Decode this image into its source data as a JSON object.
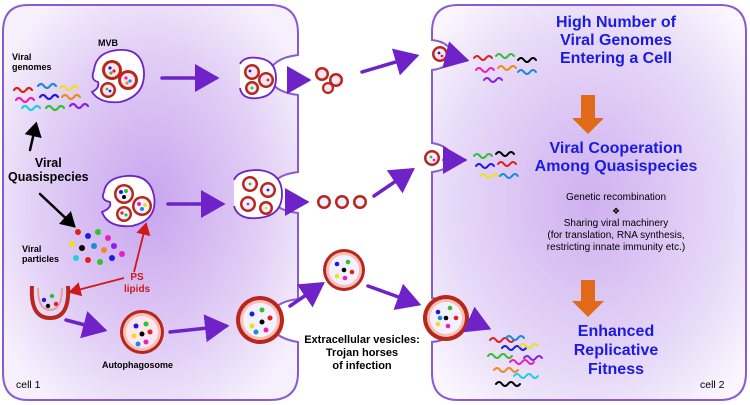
{
  "colors": {
    "cell_fill": "#d9c2f1",
    "cell_border": "#8a5ad0",
    "arrow_purple": "#6e22c8",
    "arrow_orange": "#e06a18",
    "vesicle_red": "#b8261c",
    "ps_label": "#d01818",
    "headline_blue": "#1a1ae0"
  },
  "cell1": {
    "name": "cell 1",
    "labels": {
      "viral_genomes": "Viral\ngenomes",
      "mvb": "MVB",
      "viral_quasispecies": "Viral\nQuasispecies",
      "viral_particles": "Viral\nparticles",
      "ps_lipids": "PS\nlipids",
      "autophagosome": "Autophagosome"
    }
  },
  "extracellular": {
    "vesicles_text": "Extracellular vesicles:\nTrojan horses\nof infection"
  },
  "cell2": {
    "name": "cell 2",
    "step1": "High Number of\nViral Genomes\nEntering a Cell",
    "step2": "Viral Cooperation\nAmong Quasispecies",
    "detail_recombination": "Genetic recombination",
    "detail_separator": "❖",
    "detail_sharing": "Sharing viral machinery\n(for translation, RNA synthesis,\nrestricting innate immunity etc.)",
    "step3": "Enhanced\nReplicative\nFitness"
  }
}
